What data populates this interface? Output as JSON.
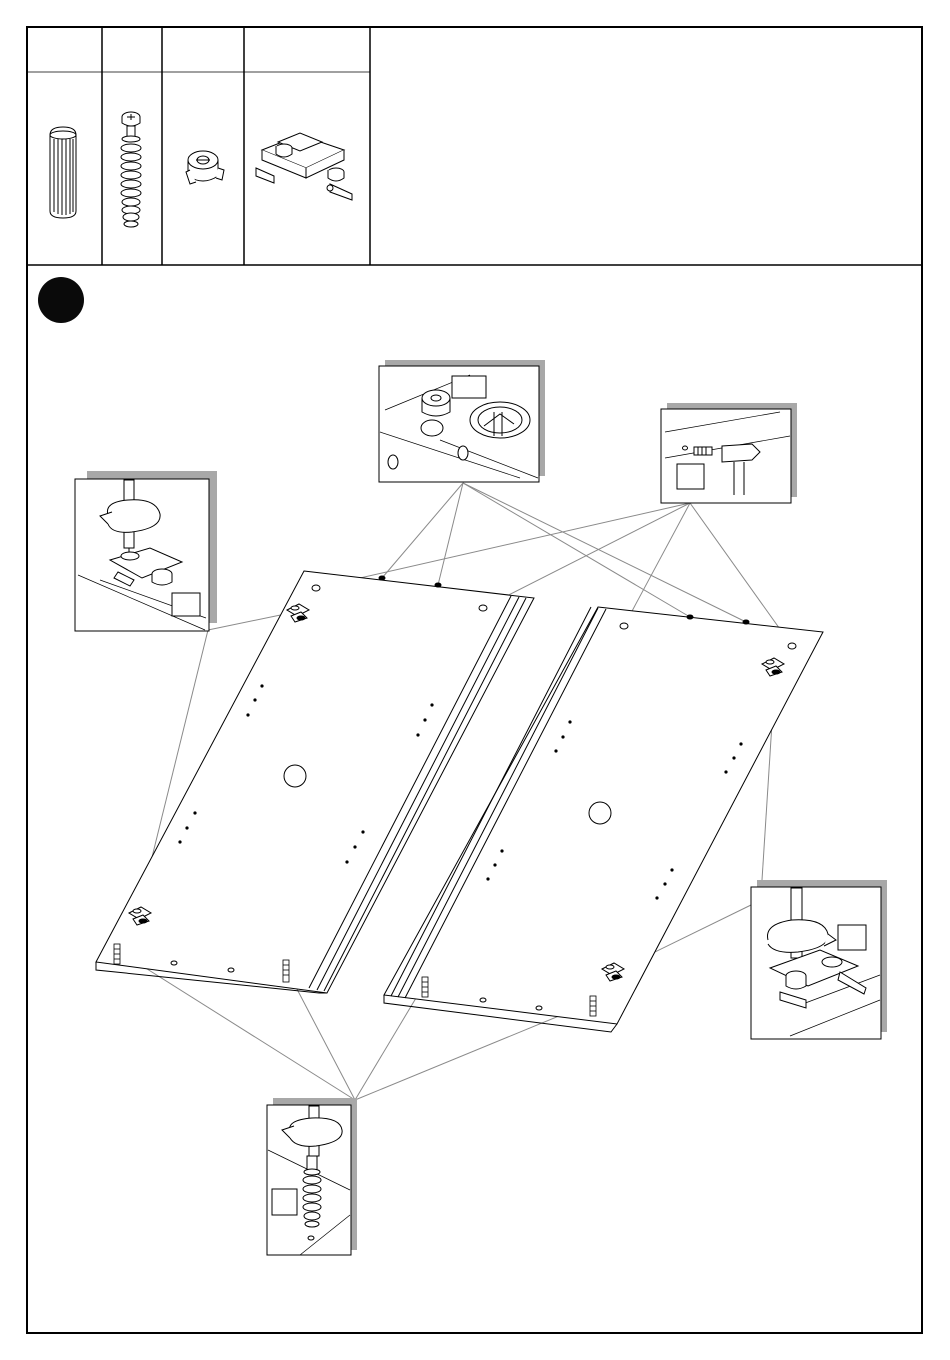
{
  "header": {
    "parts": [
      {
        "name": "wooden-dowel",
        "quantity": "",
        "label": ""
      },
      {
        "name": "cam-bolt",
        "quantity": "",
        "label": ""
      },
      {
        "name": "cam-lock",
        "quantity": "",
        "label": ""
      },
      {
        "name": "hinge-mounting-plate",
        "quantity": "",
        "label": ""
      }
    ],
    "notes": ""
  },
  "step": {
    "number": "",
    "panel_labels": [
      "",
      ""
    ],
    "detail_labels": {
      "cam_lock": "",
      "dowel": "",
      "plate_left": "",
      "plate_right": "",
      "bolt": ""
    }
  },
  "colors": {
    "line": "#000000",
    "leader": "#8a8a8a",
    "shadow": "#a8a8a8",
    "step_badge": "#0a0a0a"
  }
}
